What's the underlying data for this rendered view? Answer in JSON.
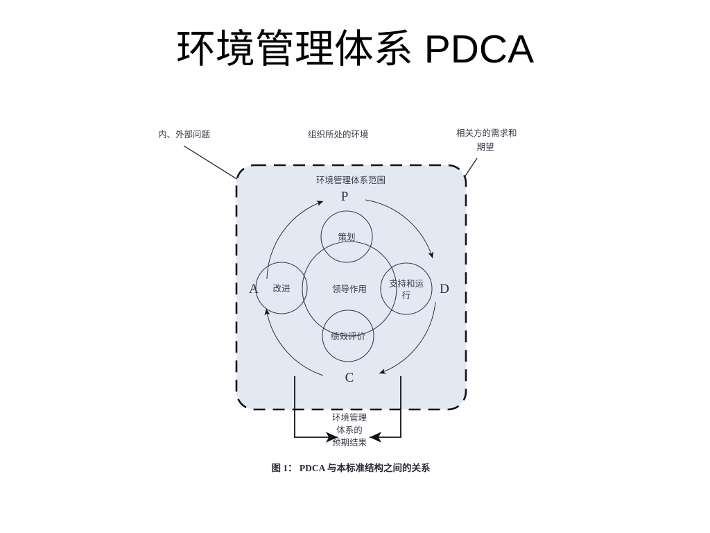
{
  "slide": {
    "title": "环境管理体系 PDCA",
    "background_color": "#ffffff"
  },
  "figure": {
    "scope_box_label": "环境管理体系范围",
    "box_fill_color": "#e3e9f3",
    "box_border_color": "#111119",
    "caption": "图 1：  PDCA 与本标准结构之间的关系",
    "external_labels": {
      "left": "内、外部问题",
      "center": "组织所处的环境",
      "right_line1": "相关方的需求和",
      "right_line2": "期望"
    },
    "cycle_letters": {
      "plan": "P",
      "do": "D",
      "check": "C",
      "act": "A"
    },
    "circles": {
      "top": "策划",
      "right_line1": "支持和运",
      "right_line2": "行",
      "bottom": "绩效评价",
      "left": "改进",
      "center": "领导作用"
    },
    "outcome": {
      "line1": "环境管理",
      "line2": "体系的",
      "line3": "预期结果"
    }
  }
}
